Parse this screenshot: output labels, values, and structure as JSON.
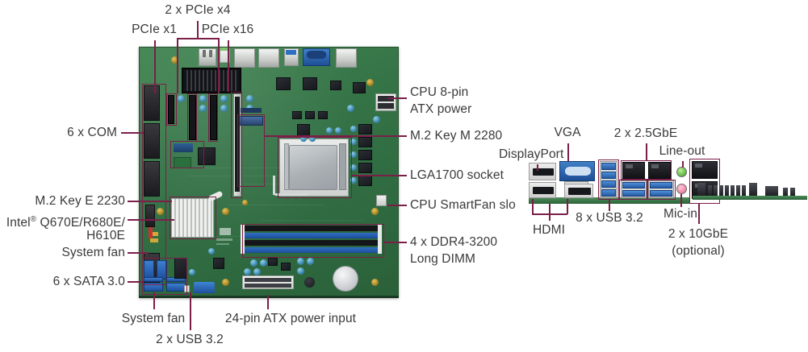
{
  "diagram": {
    "title": "Motherboard connector callout diagram",
    "accent_color": "#7b1f49",
    "text_color": "#3a3a3a",
    "board_color": "#357447"
  },
  "callouts": {
    "pcie_x1": "PCIe x1",
    "pcie_x4": "2 x PCIe x4",
    "pcie_x16": "PCIe x16",
    "com": "6 x COM",
    "m2_key_e": "M.2 Key E 2230",
    "chipset_line1": "Intel",
    "chipset_sup": "®",
    "chipset_line1_rest": " Q670E/R680E/",
    "chipset_line2": "H610E",
    "system_fan_left": "System fan",
    "sata": "6 x SATA 3.0",
    "system_fan_bottom": "System fan",
    "usb32_bottom": "2 x USB 3.2",
    "atx_24pin": "24-pin ATX power input",
    "cpu_8pin_line1": "CPU 8-pin",
    "cpu_8pin_line2": "ATX power",
    "m2_key_m": "M.2 Key M 2280",
    "lga1700": "LGA1700 socket",
    "cpu_smartfan": "CPU SmartFan slo",
    "ddr4_line1": "4 x DDR4-3200",
    "ddr4_line2": "Long DIMM",
    "displayport": "DisplayPort",
    "vga": "VGA",
    "lan25g": "2 x 2.5GbE",
    "line_out": "Line-out",
    "hdmi": "HDMI",
    "usb32_rear": "8 x USB 3.2",
    "mic_in": "Mic-in",
    "lan10g_line1": "2 x 10GbE",
    "lan10g_line2": "(optional)"
  }
}
